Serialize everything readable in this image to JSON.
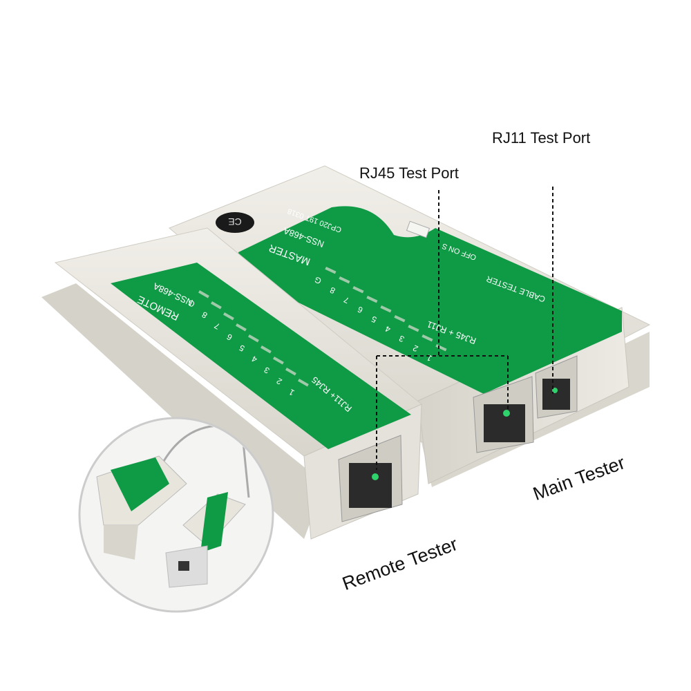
{
  "callouts": {
    "rj11_port": "RJ11 Test Port",
    "rj45_port": "RJ45 Test Port",
    "main_tester": "Main Tester",
    "remote_tester": "Remote Tester"
  },
  "device_labels": {
    "main": {
      "title": "MASTER",
      "model": "NSS-468A",
      "code": "CPJ20 19T 0318",
      "switch": "OFF ON S",
      "function": "CABLE TESTER",
      "ports": "RJ45 + RJ11",
      "leds": [
        "1",
        "2",
        "3",
        "4",
        "5",
        "6",
        "7",
        "8",
        "G"
      ]
    },
    "remote": {
      "title": "REMOTE",
      "model": "NSS-468A",
      "ports": "RJ11+ RJ45",
      "leds": [
        "1",
        "2",
        "3",
        "4",
        "5",
        "6",
        "7",
        "8",
        "G"
      ]
    },
    "ce_mark": "CE"
  },
  "colors": {
    "panel_green": "#0f9a45",
    "body": "#e9e7e0",
    "led_green": "#2fd36b"
  }
}
